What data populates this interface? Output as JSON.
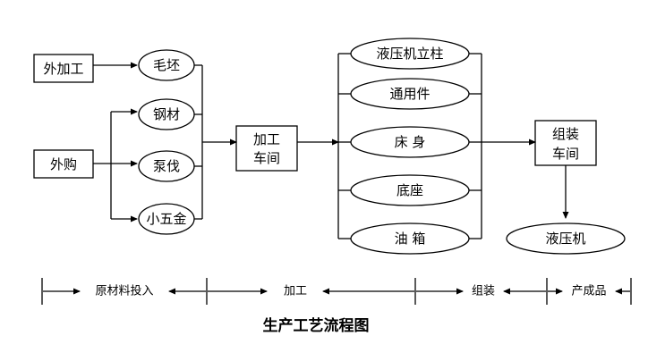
{
  "nodes": {
    "outsourced_processing": "外加工",
    "purchased": "外购",
    "blank": "毛坯",
    "steel": "钢材",
    "pump_valve": "泵伐",
    "small_hardware": "小五金",
    "processing_workshop_line1": "加工",
    "processing_workshop_line2": "车间",
    "hydraulic_column": "液压机立柱",
    "common_parts": "通用件",
    "bed": "床 身",
    "base": "底座",
    "oil_tank": "油 箱",
    "assembly_workshop_line1": "组装",
    "assembly_workshop_line2": "车间",
    "hydraulic_press": "液压机"
  },
  "stages": {
    "raw_material": "原材料投入",
    "processing": "加工",
    "assembly": "组装",
    "finished": "产成品"
  },
  "title": "生产工艺流程图"
}
